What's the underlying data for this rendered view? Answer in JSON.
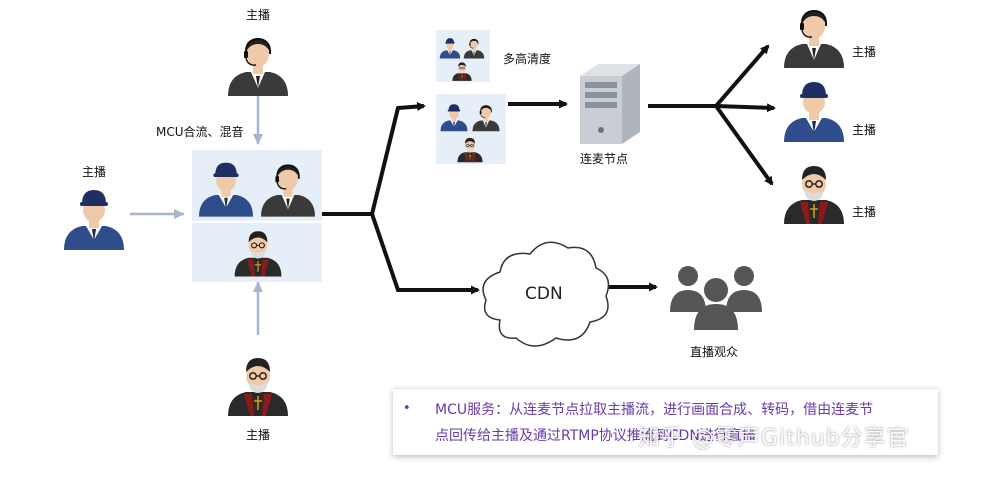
{
  "labels": {
    "top_anchor": "主播",
    "left_anchor": "主播",
    "bottom_anchor": "主播",
    "mcu_mix": "MCU合流、混音",
    "multi_res": "多高清度",
    "relay_node": "连麦节点",
    "cdn": "CDN",
    "audience": "直播观众",
    "right_anchor_1": "主播",
    "right_anchor_2": "主播",
    "right_anchor_3": "主播"
  },
  "note": {
    "bullet": "•",
    "line1": "MCU服务：从连麦节点拉取主播流，进行画面合成、转码，借由连麦节",
    "line2": "点回传给主播及通过RTMP协议推流到CDN进行直播"
  },
  "watermark": "知乎 @零声Github分享官",
  "icons": {
    "anchor_types": [
      "headset-person-icon",
      "cap-person-icon",
      "elder-person-icon"
    ],
    "server": "server-icon",
    "cloud": "cloud-icon",
    "audience": "group-icon"
  },
  "colors": {
    "arrow_dark": "#111111",
    "arrow_light": "#a9b4cf",
    "box_bg": "#e6eef7",
    "note_text": "#6a3aa8",
    "uniform_blue": "#2f4d8a",
    "suit_dark": "#3a3a3a"
  }
}
